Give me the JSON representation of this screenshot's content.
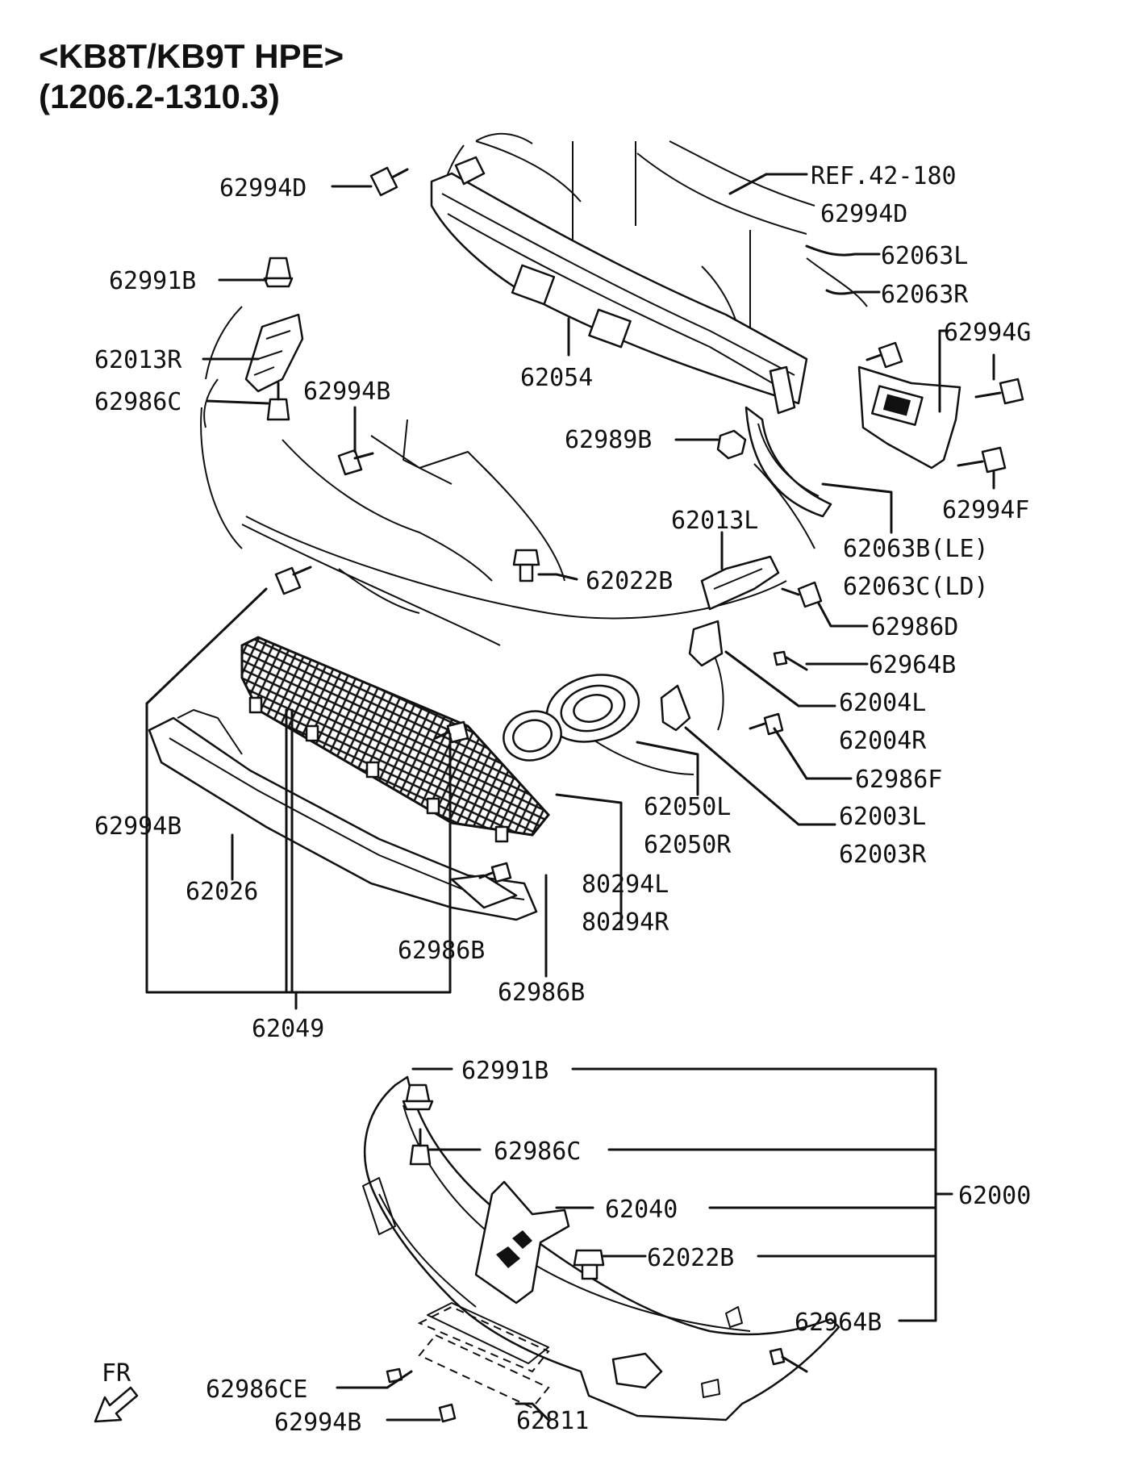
{
  "title": {
    "model": "<KB8T/KB9T HPE>",
    "period": "(1206.2-1310.3)"
  },
  "labels": {
    "ref_42_180": "REF.42-180",
    "p62994D_top": "62994D",
    "p62994D_right": "62994D",
    "p62063L": "62063L",
    "p62063R": "62063R",
    "p62994G": "62994G",
    "p62991B_top": "62991B",
    "p62013R": "62013R",
    "p62986C_top": "62986C",
    "p62994B_mid": "62994B",
    "p62054": "62054",
    "p62989B": "62989B",
    "p62994F": "62994F",
    "p62013L": "62013L",
    "p62063B": "62063B(LE)",
    "p62063C": "62063C(LD)",
    "p62022B_top": "62022B",
    "p62986D": "62986D",
    "p62964B_top": "62964B",
    "p62004L": "62004L",
    "p62004R": "62004R",
    "p62986F": "62986F",
    "p62003L": "62003L",
    "p62003R": "62003R",
    "p62050L": "62050L",
    "p62050R": "62050R",
    "p80294L": "80294L",
    "p80294R": "80294R",
    "p62994B_left": "62994B",
    "p62026": "62026",
    "p62986B_a": "62986B",
    "p62986B_b": "62986B",
    "p62049": "62049",
    "p62991B_bot": "62991B",
    "p62986C_bot": "62986C",
    "p62040": "62040",
    "p62000": "62000",
    "p62022B_bot": "62022B",
    "p62964B_bot": "62964B",
    "p62986CE": "62986CE",
    "p62994B_bot": "62994B",
    "p62811": "62811",
    "fr": "FR"
  },
  "colors": {
    "line": "#111111",
    "background": "#ffffff"
  },
  "icons": {
    "front_arrow": "arrow-down-left-icon"
  }
}
